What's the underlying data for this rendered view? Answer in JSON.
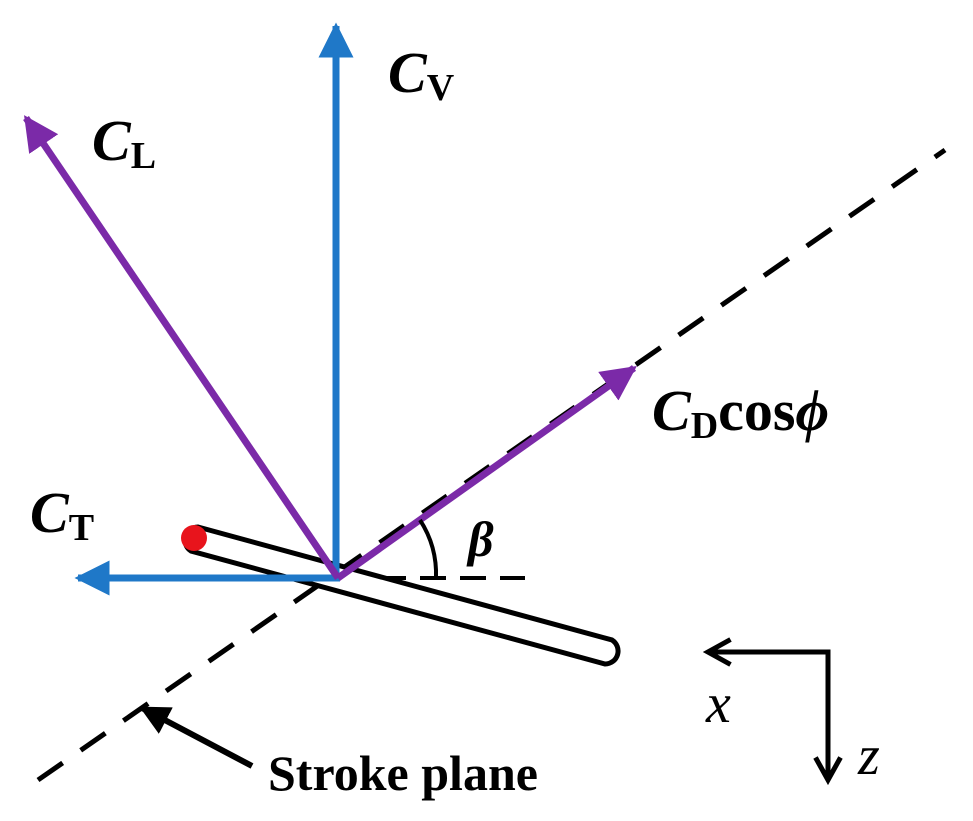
{
  "colors": {
    "blue": "#1f78c8",
    "purple": "#7b2aa8",
    "black": "#000000",
    "red": "#e8141c",
    "background": "#ffffff"
  },
  "labels": {
    "cv": {
      "main": "C",
      "sub": "V"
    },
    "cl": {
      "main": "C",
      "sub": "L"
    },
    "ct": {
      "main": "C",
      "sub": "T"
    },
    "cd": {
      "main": "C",
      "sub": "D",
      "suffix": "cos",
      "symbol": "ϕ"
    },
    "beta": "β",
    "stroke_plane": "Stroke plane",
    "axis_x": "x",
    "axis_z": "z"
  }
}
